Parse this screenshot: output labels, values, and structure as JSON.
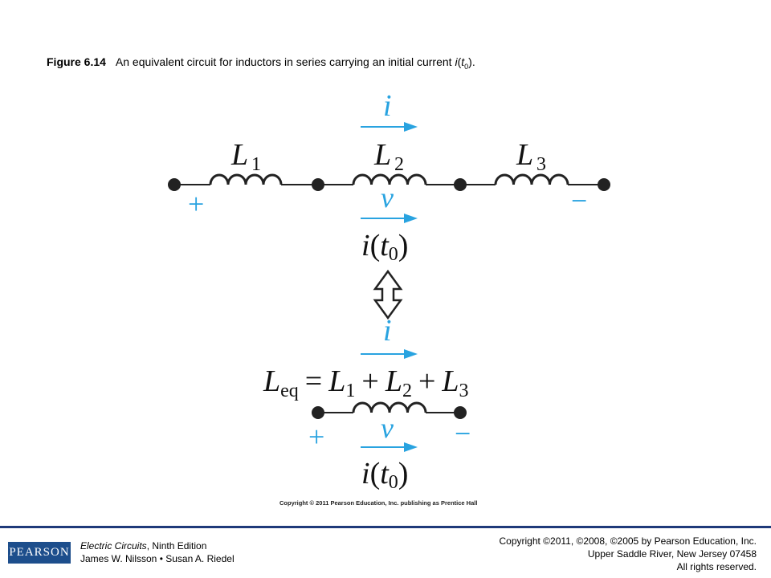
{
  "caption": {
    "figure_label": "Figure 6.14",
    "text_before": "An equivalent circuit for inductors in series carrying an initial current ",
    "current_symbol": "i",
    "open_paren": "(",
    "time_symbol": "t",
    "time_subscript": "0",
    "close_text": ")."
  },
  "colors": {
    "accent": "#29a3e0",
    "wire": "#222222",
    "footer_rule": "#1f3a7a",
    "logo_bg": "#1d4e8c"
  },
  "top_circuit": {
    "current_label": "i",
    "inductors": [
      {
        "symbol": "L",
        "subscript": "1"
      },
      {
        "symbol": "L",
        "subscript": "2"
      },
      {
        "symbol": "L",
        "subscript": "3"
      }
    ],
    "plus_sign": "+",
    "minus_sign": "−",
    "voltage_label": "v",
    "initial_current": {
      "symbol": "i",
      "open": "(",
      "t": "t",
      "sub": "0",
      "close": ")"
    }
  },
  "equivalence_icon": "double-headed-arrow-icon",
  "bottom_circuit": {
    "current_label": "i",
    "equation": {
      "lhs_symbol": "L",
      "lhs_subscript": "eq",
      "equals": "=",
      "terms": [
        {
          "symbol": "L",
          "subscript": "1"
        },
        {
          "symbol": "L",
          "subscript": "2"
        },
        {
          "symbol": "L",
          "subscript": "3"
        }
      ],
      "plus": "+"
    },
    "plus_sign": "+",
    "minus_sign": "−",
    "voltage_label": "v",
    "initial_current": {
      "symbol": "i",
      "open": "(",
      "t": "t",
      "sub": "0",
      "close": ")"
    }
  },
  "picture_copyright": "Copyright © 2011 Pearson Education, Inc. publishing as Prentice Hall",
  "footer": {
    "logo_text": "PEARSON",
    "book_title": "Electric Circuits",
    "edition": ", Ninth Edition",
    "authors": "James W. Nilsson • Susan A. Riedel",
    "copyright_line1": "Copyright ©2011, ©2008, ©2005 by Pearson Education, Inc.",
    "copyright_line2": "Upper Saddle River, New Jersey 07458",
    "copyright_line3": "All rights reserved."
  }
}
